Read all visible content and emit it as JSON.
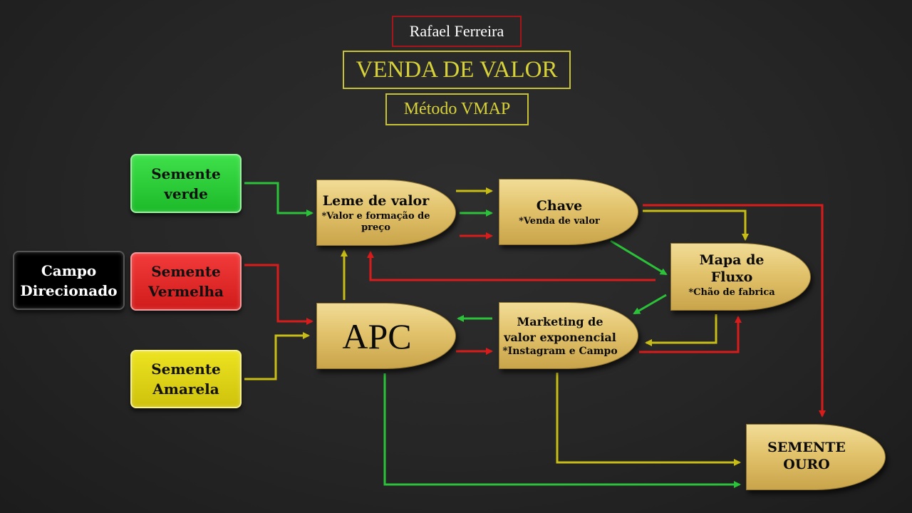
{
  "header": {
    "author": "Rafael Ferreira",
    "title": "VENDA DE VALOR",
    "method": "Método VMAP"
  },
  "seeds": {
    "green": {
      "line1": "Semente",
      "line2": "verde"
    },
    "red": {
      "line1": "Semente",
      "line2": "Vermelha"
    },
    "yellow": {
      "line1": "Semente",
      "line2": "Amarela"
    },
    "campo": {
      "line1": "Campo",
      "line2": "Direcionado"
    }
  },
  "nodes": {
    "leme": {
      "title": "Leme de valor",
      "sub1": "*Valor e formação de",
      "sub2": "preço"
    },
    "chave": {
      "title": "Chave",
      "sub": "*Venda de valor"
    },
    "mapa": {
      "title1": "Mapa de",
      "title2": "Fluxo",
      "sub": "*Chão de fabrica"
    },
    "apc": {
      "title": "APC"
    },
    "mkt": {
      "line1": "Marketing de",
      "line2": "valor exponencial",
      "line3": "*Instagram e Campo"
    },
    "ouro": {
      "line1": "SEMENTE",
      "line2": "OURO"
    }
  },
  "colors": {
    "green": "#2bc23a",
    "red": "#d81c1c",
    "yellow": "#c8bd16",
    "gold": "#e2c36c",
    "background": "#262626"
  }
}
